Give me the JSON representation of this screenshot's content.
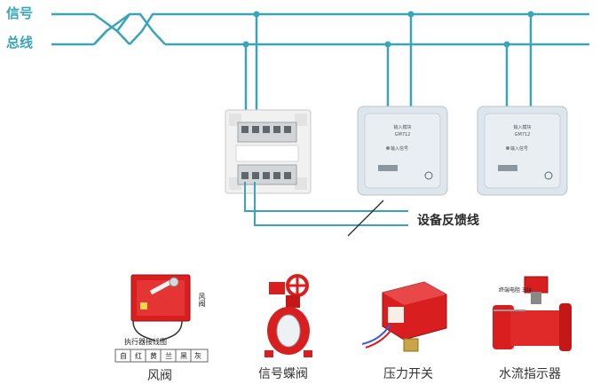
{
  "bus": {
    "line1": "信号",
    "line2": "总线"
  },
  "feedback_label": "设备反馈线",
  "modules": [
    {
      "line1": "输入模块",
      "line2": "GM712",
      "status": "输入信号"
    },
    {
      "line1": "输入模块",
      "line2": "GM712",
      "status": "输入信号"
    }
  ],
  "devices": [
    {
      "caption": "风阀",
      "side_label": "风阀",
      "table_title": "执行器接线图",
      "wires": [
        "自",
        "红",
        "黄",
        "兰",
        "黑",
        "灰"
      ]
    },
    {
      "caption": "信号蝶阀"
    },
    {
      "caption": "压力开关"
    },
    {
      "caption": "水流指示器",
      "tag": "终端电阻 30K"
    }
  ],
  "colors": {
    "bus": "#3aa4b8",
    "line": "#2a2a2a",
    "device_red": "#d81e1e",
    "panel": "#dde6ec"
  }
}
